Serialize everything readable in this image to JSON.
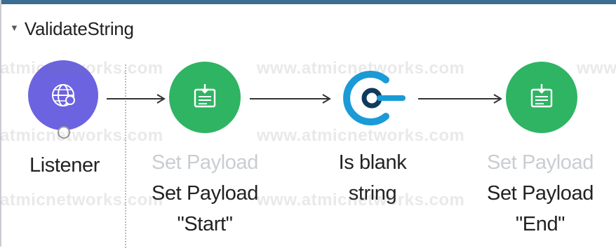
{
  "flow": {
    "name": "ValidateString",
    "caret_icon": "caret-down-icon"
  },
  "colors": {
    "listener": "#6c63e0",
    "set_payload": "#2fb463",
    "is_blank": "#1a9bd7",
    "header_bar": "#3b6c92"
  },
  "nodes": [
    {
      "id": "listener",
      "icon": "globe-icon",
      "label": "Listener"
    },
    {
      "id": "set-payload-start",
      "icon": "set-payload-icon",
      "type_label": "Set Payload",
      "label_line1": "Set Payload",
      "label_line2": "\"Start\""
    },
    {
      "id": "is-blank-string",
      "icon": "is-blank-icon",
      "label_line1": "Is blank",
      "label_line2": "string"
    },
    {
      "id": "set-payload-end",
      "icon": "set-payload-icon",
      "type_label": "Set Payload",
      "label_line1": "Set Payload",
      "label_line2": "\"End\""
    }
  ],
  "watermark": {
    "text_full": "www.atmicnetworks.com",
    "text_partial_left": "atmicnetworks.com",
    "text_partial_right": "www"
  }
}
